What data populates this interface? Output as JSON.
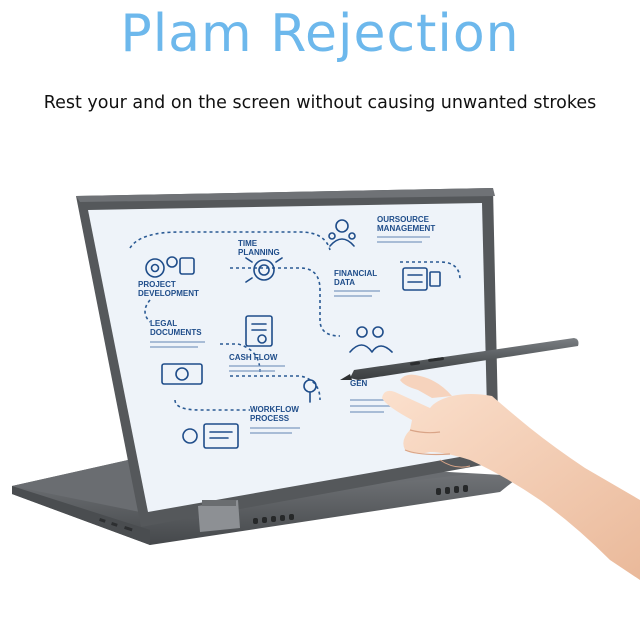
{
  "banner": {
    "title": "Plam Rejection",
    "subtitle": "Rest your and on the screen without causing unwanted strokes"
  },
  "screen": {
    "labels": {
      "outsource_management": [
        "OURSOURCE",
        "MANAGEMENT"
      ],
      "time_planning": [
        "TIME",
        "PLANNING"
      ],
      "project_development": [
        "PROJECT",
        "DEVELOPMENT"
      ],
      "financial_data": [
        "FINANCIAL",
        "DATA"
      ],
      "legal_documents": [
        "LEGAL",
        "DOCUMENTS"
      ],
      "cash_flow": [
        "CASH FLOW"
      ],
      "workflow_process": [
        "WORKFLOW",
        "PROCESS"
      ],
      "generation": [
        "GEN"
      ]
    }
  },
  "colors": {
    "title": "#6db8ec",
    "ink": "#1f4d8a",
    "laptop_body": "#5d6063",
    "stylus": "#55595c"
  }
}
